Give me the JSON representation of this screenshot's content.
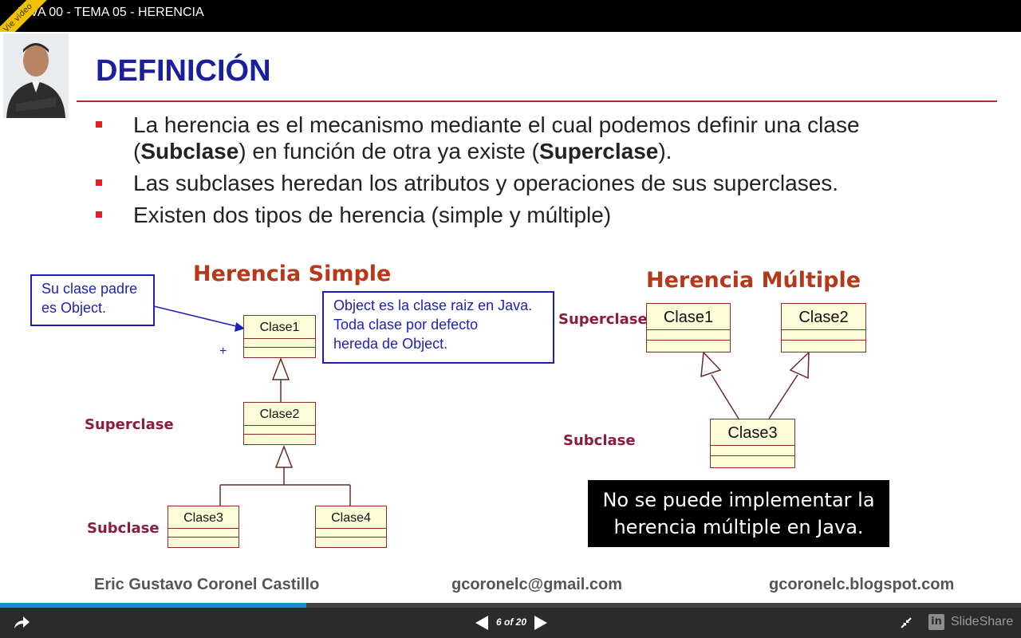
{
  "window": {
    "title": "JAVA 00 - TEMA 05 - HERENCIA",
    "ribbon_label": "Vie video"
  },
  "slide": {
    "title": "DEFINICIÓN",
    "bullets": [
      {
        "pre": "La herencia es el mecanismo mediante el cual podemos definir una clase (",
        "bold1": "Subclase",
        "mid": ") en función de otra ya existe (",
        "bold2": "Superclase",
        "post": ")."
      },
      {
        "text": "Las subclases heredan los atributos y operaciones de sus superclases."
      },
      {
        "text": "Existen dos tipos de herencia (simple y múltiple)"
      }
    ],
    "simple": {
      "heading": "Herencia Simple",
      "superclase_label": "Superclase",
      "subclase_label": "Subclase",
      "classes": [
        "Clase1",
        "Clase2",
        "Clase3",
        "Clase4"
      ],
      "plus_sign": "+"
    },
    "multiple": {
      "heading": "Herencia Múltiple",
      "superclase_label": "Superclase",
      "subclase_label": "Subclase",
      "classes": [
        "Clase1",
        "Clase2",
        "Clase3"
      ]
    },
    "callouts": {
      "parent_line1": "Su clase padre",
      "parent_line2": "es Object.",
      "object_line1": "Object es la clase raiz en Java.",
      "object_line2": "Toda clase por defecto",
      "object_line3": "hereda de Object."
    },
    "note": {
      "line1": "No se puede implementar la",
      "line2": "herencia múltiple en Java."
    },
    "footer": {
      "author": "Eric Gustavo Coronel Castillo",
      "email": "gcoronelc@gmail.com",
      "blog": "gcoronelc.blogspot.com"
    }
  },
  "player": {
    "page_counter": "6 of 20",
    "current_page": 6,
    "total_pages": 20,
    "brand_name": "SlideShare",
    "brand_icon_letter": "in",
    "progress_color": "#1a8bc9"
  }
}
